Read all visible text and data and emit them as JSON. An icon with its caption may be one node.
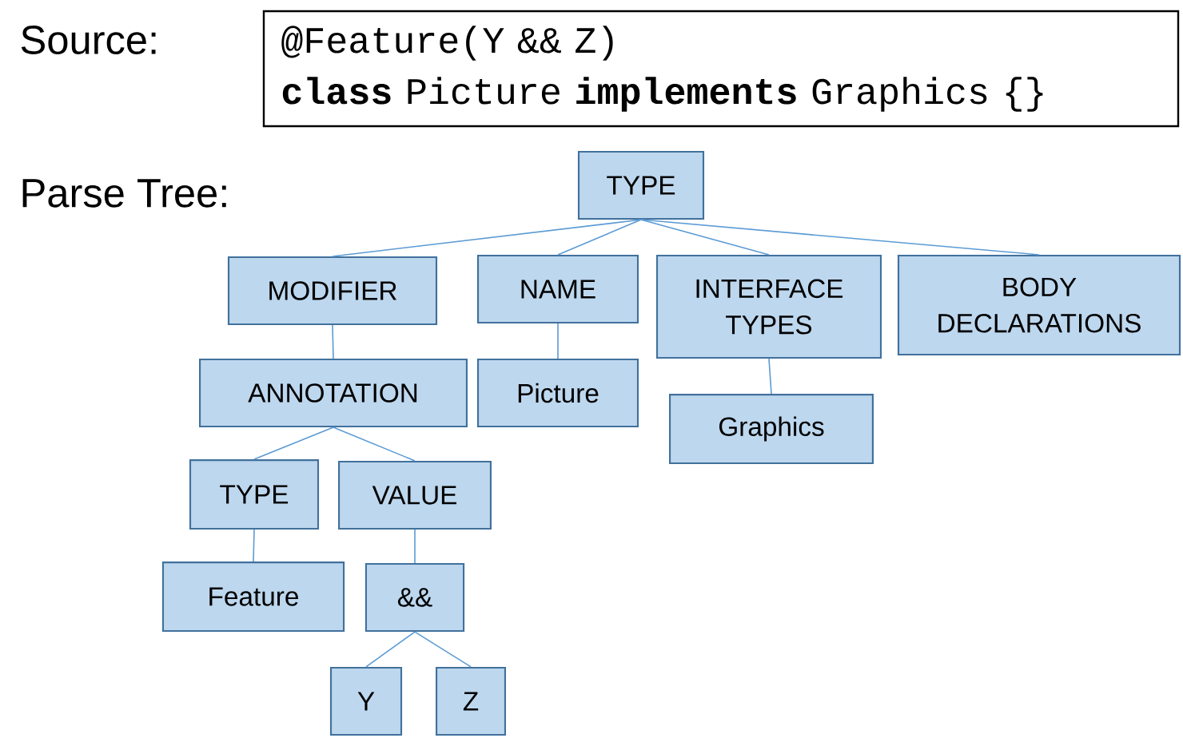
{
  "diagram": {
    "nodes": [
      {
        "text": [
          "@Feature(Y && Z)",
          "**class** Picture **implements** Graphics {}"
        ]
      },
      {
        "text": [
          "TYPE"
        ]
      },
      {
        "text": [
          "MODIFIER"
        ]
      },
      {
        "text": [
          "NAME"
        ]
      },
      {
        "text": [
          "INTERFACE TYPES"
        ]
      },
      {
        "text": [
          "BODY DECLARATIONS"
        ]
      },
      {
        "text": [
          "ANNOTATION"
        ]
      },
      {
        "text": [
          "Picture"
        ]
      },
      {
        "text": [
          "Graphics"
        ]
      },
      {
        "text": [
          "TYPE"
        ]
      },
      {
        "text": [
          "VALUE"
        ]
      },
      {
        "text": [
          "Feature"
        ]
      },
      {
        "text": [
          "&&"
        ]
      },
      {
        "text": [
          "Y"
        ]
      },
      {
        "text": [
          "Z"
        ]
      }
    ],
    "edges": [
      {
        "from": 1,
        "to": 2,
        "arrow": "none"
      },
      {
        "from": 1,
        "to": 3,
        "arrow": "none"
      },
      {
        "from": 1,
        "to": 4,
        "arrow": "none"
      },
      {
        "from": 1,
        "to": 5,
        "arrow": "none"
      },
      {
        "from": 2,
        "to": 6,
        "arrow": "none"
      },
      {
        "from": 3,
        "to": 7,
        "arrow": "none"
      },
      {
        "from": 4,
        "to": 8,
        "arrow": "none"
      },
      {
        "from": 6,
        "to": 9,
        "arrow": "none"
      },
      {
        "from": 6,
        "to": 10,
        "arrow": "none"
      },
      {
        "from": 9,
        "to": 11,
        "arrow": "none"
      },
      {
        "from": 10,
        "to": 12,
        "arrow": "none"
      },
      {
        "from": 12,
        "to": 13,
        "arrow": "none"
      },
      {
        "from": 12,
        "to": 14,
        "arrow": "none"
      }
    ],
    "labels": [
      "Source:",
      "Parse Tree:"
    ]
  }
}
